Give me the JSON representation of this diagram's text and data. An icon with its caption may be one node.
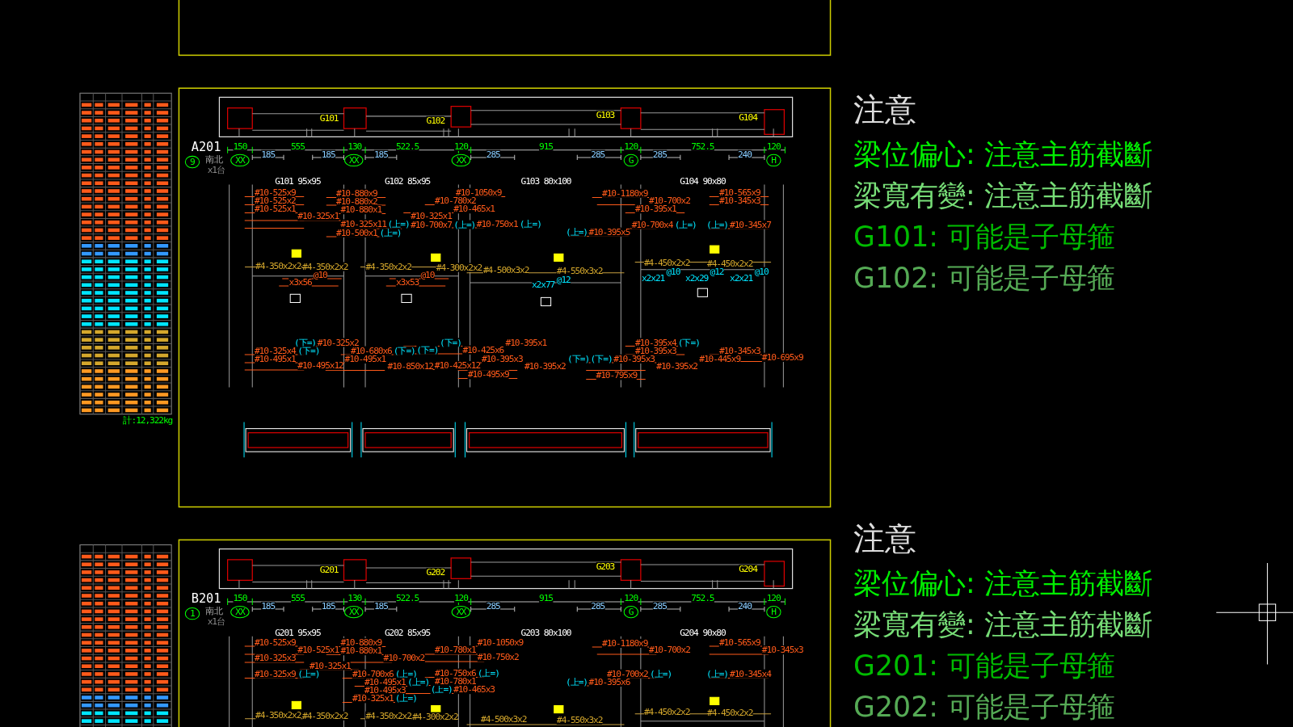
{
  "diagram": {
    "labels": [
      "A201",
      "9",
      "南北",
      "x1台",
      "G101",
      "G102",
      "G103",
      "G104",
      "150",
      "555",
      "130",
      "522.5",
      "120",
      "915",
      "120",
      "752.5",
      "120",
      "185",
      "185",
      "185",
      "285",
      "285",
      "285",
      "240",
      "XX",
      "XX",
      "XX",
      "G",
      "H",
      "G101 95x95",
      "G102 85x95",
      "G103 80x100",
      "G104 90x80",
      "注意",
      "梁位偏心: 注意主筋截斷",
      "梁寬有變: 注意主筋截斷",
      "G101: 可能是子母箍",
      "G102: 可能是子母箍",
      "計:12,322kg",
      "#10-525x9",
      "#10-525x2",
      "#10-525x1",
      "#10-325x1",
      "#10-325x11",
      "(上=)",
      "#10-325x1",
      "#10-880x9",
      "#10-880x2",
      "#10-880x1",
      "#10-700x7",
      "(上=)",
      "#10-500x1",
      "(上=)",
      "#10-465x1",
      "#10-780x2",
      "#10-750x1",
      "(上=)",
      "#10-1050x9",
      "#10-1180x9",
      "#10-700x2",
      "#10-700x4",
      "(上=)",
      "(上=)",
      "#10-395x5",
      "#10-395x1",
      "#10-565x9",
      "#10-345x3",
      "(上=)",
      "#10-345x7",
      "#4-350x2x2",
      "#4-350x2x2",
      "#4-350x2x2",
      "#4-300x2x2",
      "#4-500x3x2",
      "#4-550x3x2",
      "#4-450x2x2",
      "#4-450x2x2",
      "@10",
      "x3x56",
      "@10",
      "x3x53",
      "@12",
      "x2x77",
      "@10",
      "x2x21",
      "@12",
      "x2x29",
      "@10",
      "x2x21",
      "(下=)",
      "#10-325x2",
      "#10-325x4",
      "(下=)",
      "#10-495x1",
      "#10-495x1",
      "#10-495x12",
      "#10-850x12",
      "#10-680x6",
      "(下=)",
      "(下=)",
      "#10-425x6",
      "(下=)",
      "#10-395x1",
      "#10-425x12",
      "#10-395x3",
      "(下=)",
      "#10-395x2",
      "#10-495x9",
      "(下=)",
      "#10-395x3",
      "#10-395x2",
      "#10-795x9",
      "#10-395x4",
      "(下=)",
      "#10-395x3",
      "#10-445x9",
      "#10-345x3",
      "#10-695x9",
      "B201",
      "1",
      "南北",
      "x1台",
      "G201",
      "G202",
      "G203",
      "G204",
      "150",
      "555",
      "130",
      "522.5",
      "120",
      "915",
      "120",
      "752.5",
      "120",
      "185",
      "185",
      "185",
      "285",
      "285",
      "285",
      "240",
      "XX",
      "XX",
      "XX",
      "G",
      "H",
      "G201 95x95",
      "G202 85x95",
      "G203 80x100",
      "G204 90x80",
      "注意",
      "梁位偏心: 注意主筋截斷",
      "梁寬有變: 注意主筋截斷",
      "G201: 可能是子母箍",
      "G202: 可能是子母箍",
      "#10-525x9",
      "#10-525x1",
      "#10-325x3",
      "#10-325x1",
      "#10-325x9",
      "(上=)",
      "#10-880x9",
      "#10-880x1",
      "#10-700x2",
      "#10-700x6",
      "(上=)",
      "#10-495x1",
      "(上=)",
      "#10-495x3",
      "(上=)",
      "#10-465x3",
      "#10-325x1",
      "(上=)",
      "#10-780x1",
      "#10-750x2",
      "#10-750x6",
      "(上=)",
      "#10-780x1",
      "#10-1050x9",
      "#10-1180x9",
      "#10-700x2",
      "#10-700x2",
      "(上=)",
      "(上=)",
      "#10-395x6",
      "#10-565x9",
      "#10-345x3",
      "(上=)",
      "#10-345x4",
      "#4-350x2x2",
      "#4-350x2x2",
      "#4-350x2x2",
      "#4-300x2x2",
      "#4-500x3x2",
      "#4-550x3x2",
      "#4-450x2x2",
      "#4-450x2x2"
    ]
  }
}
